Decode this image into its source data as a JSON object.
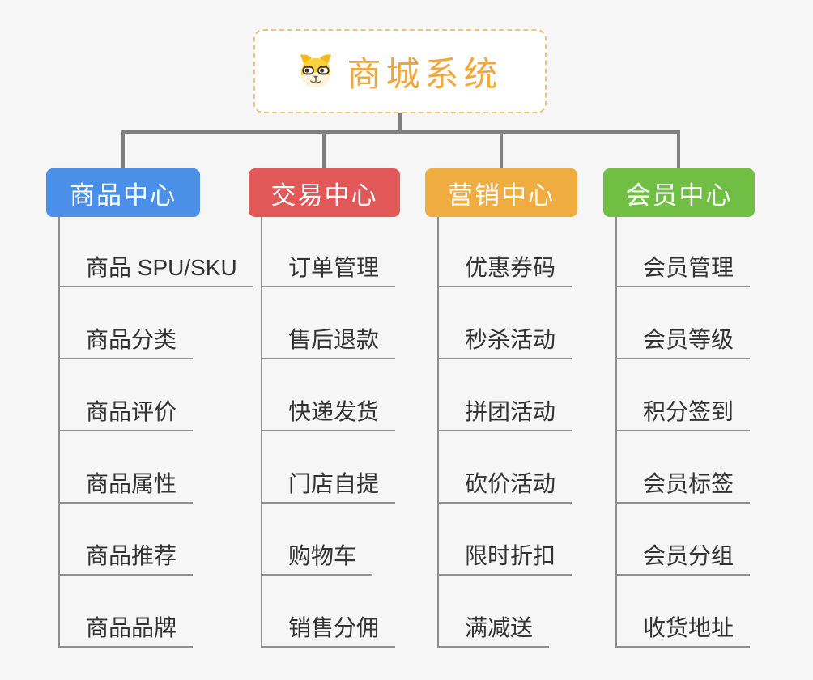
{
  "root": {
    "title": "商城系统",
    "icon": "dog-face-icon"
  },
  "branches": [
    {
      "label": "商品中心",
      "color": "#4a90e8",
      "children": [
        "商品 SPU/SKU",
        "商品分类",
        "商品评价",
        "商品属性",
        "商品推荐",
        "商品品牌"
      ]
    },
    {
      "label": "交易中心",
      "color": "#e25858",
      "children": [
        "订单管理",
        "售后退款",
        "快递发货",
        "门店自提",
        "购物车",
        "销售分佣"
      ]
    },
    {
      "label": "营销中心",
      "color": "#efac41",
      "children": [
        "优惠券码",
        "秒杀活动",
        "拼团活动",
        "砍价活动",
        "限时折扣",
        "满减送"
      ]
    },
    {
      "label": "会员中心",
      "color": "#70bf44",
      "children": [
        "会员管理",
        "会员等级",
        "积分签到",
        "会员标签",
        "会员分组",
        "收货地址"
      ]
    }
  ],
  "colors": {
    "background": "#f6f6f6",
    "connector": "#7f7f7f",
    "sub_line": "#8f8f8f",
    "root_border": "#f0c377",
    "root_title": "#f0a83e",
    "child_text": "#333333"
  }
}
